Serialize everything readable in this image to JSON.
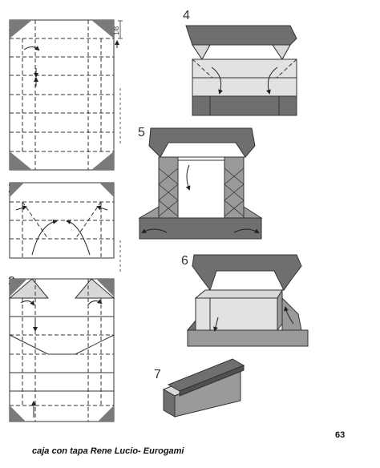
{
  "steps": {
    "s1": "1",
    "s2": "2",
    "s3": "3",
    "s4": "4",
    "s5": "5",
    "s6": "6",
    "s7": "7"
  },
  "fraction_label": "1/8",
  "page_number": "63",
  "caption": "caja con tapa Rene Lucio- Eurogami",
  "colors": {
    "dark": "#6f6f6f",
    "mid": "#9a9a9a",
    "light": "#d8d8d8",
    "paper": "#ffffff",
    "line": "#333333"
  }
}
